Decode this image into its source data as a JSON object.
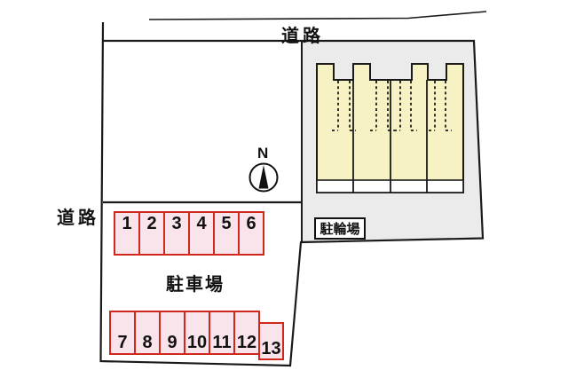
{
  "labels": {
    "road_top": "道路",
    "road_left": "道路",
    "parking_lot": "駐車場",
    "bicycle_parking": "駐輪場",
    "compass_north": "N"
  },
  "colors": {
    "line": "#1a1a1a",
    "site_fill": "#ebebeb",
    "building_fill": "#f7f2c3",
    "stall_fill": "#fae4ec",
    "stall_border": "#d1281e"
  },
  "parking": {
    "row1": [
      "1",
      "2",
      "3",
      "4",
      "5",
      "6"
    ],
    "row2": [
      "7",
      "8",
      "9",
      "10",
      "11",
      "12"
    ],
    "stall_offset": "13"
  }
}
